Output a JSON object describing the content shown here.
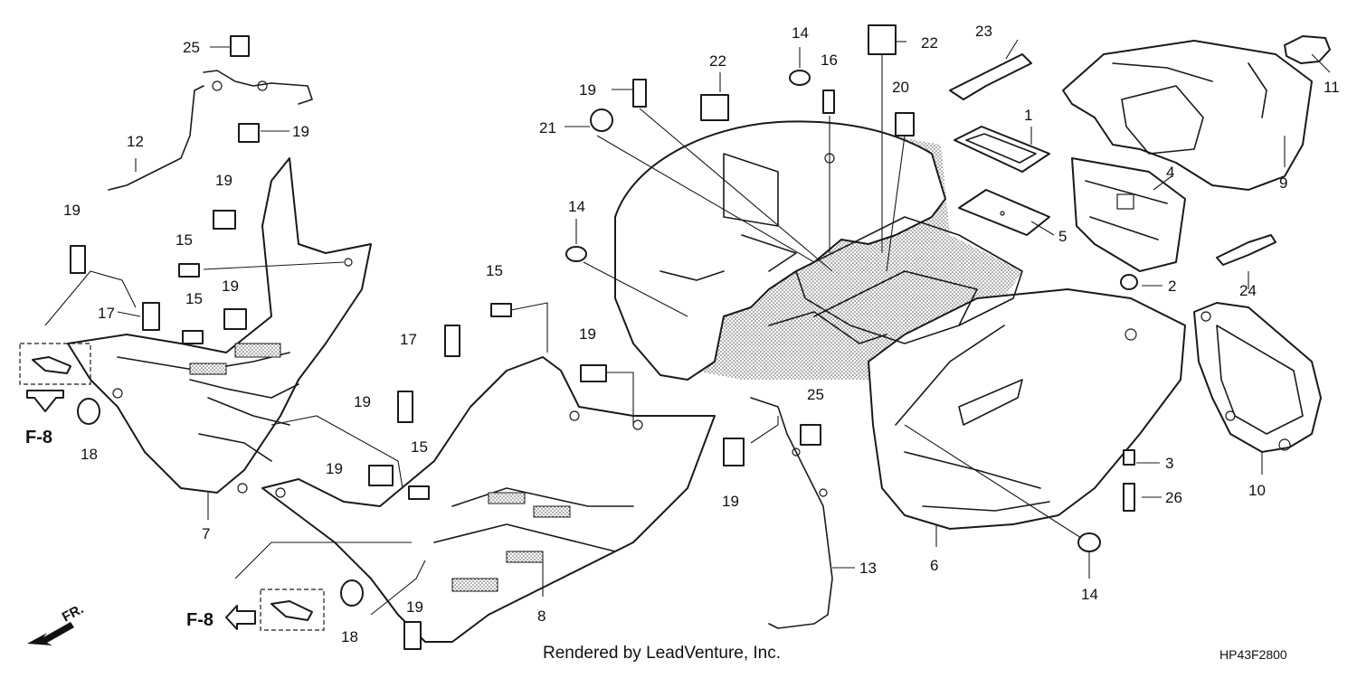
{
  "diagram": {
    "credit": "Rendered by LeadVenture, Inc.",
    "code": "HP43F2800",
    "callout": "F-8",
    "direction": "FR.",
    "labels": {
      "n1": "1",
      "n2": "2",
      "n3": "3",
      "n4": "4",
      "n5": "5",
      "n6": "6",
      "n7": "7",
      "n8": "8",
      "n9": "9",
      "n10": "10",
      "n11": "11",
      "n12": "12",
      "n13": "13",
      "n14": "14",
      "n15": "15",
      "n16": "16",
      "n17": "17",
      "n18": "18",
      "n19": "19",
      "n20": "20",
      "n21": "21",
      "n22": "22",
      "n23": "23",
      "n24": "24",
      "n25": "25",
      "n26": "26"
    }
  }
}
